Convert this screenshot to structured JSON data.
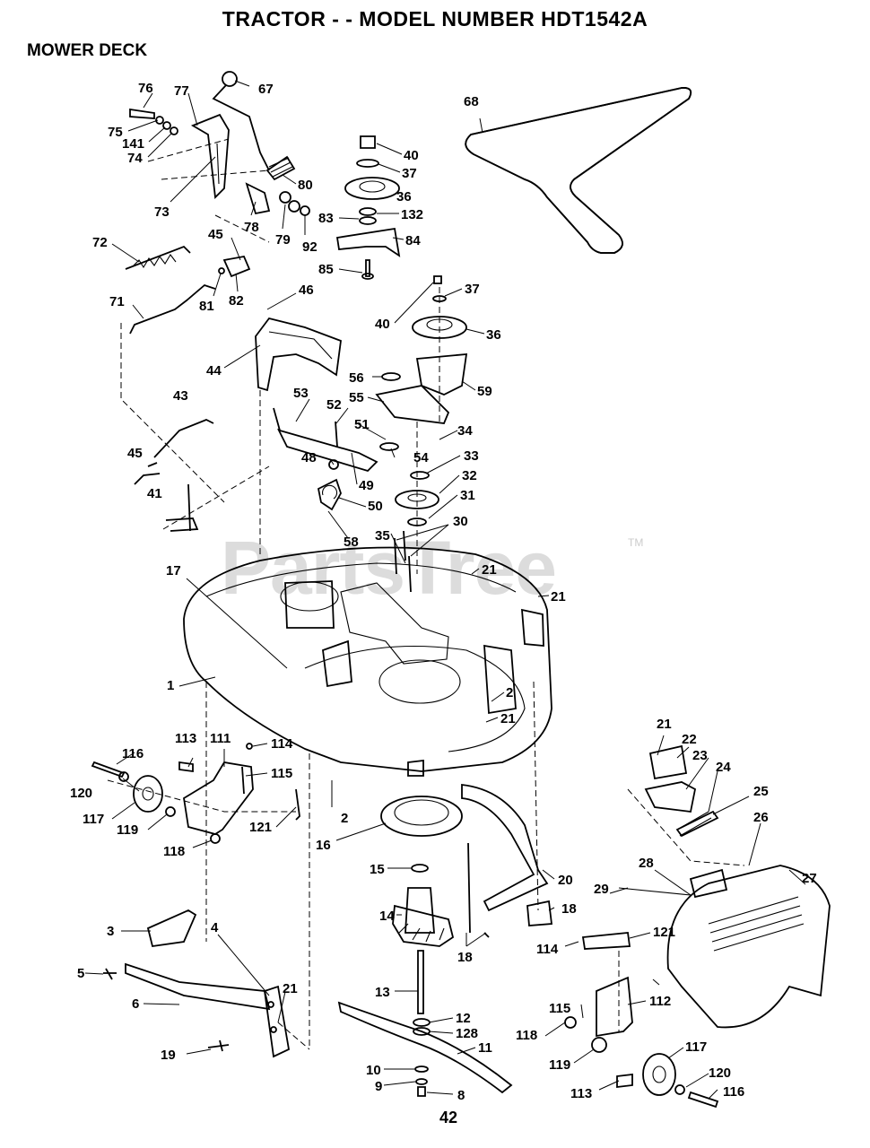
{
  "header": {
    "title": "TRACTOR - - MODEL NUMBER HDT1542A",
    "section": "MOWER DECK"
  },
  "watermark": {
    "text": "PartsTree",
    "tm": "TM"
  },
  "page_number": "42",
  "callouts": {
    "c1": "1",
    "c2a": "2",
    "c2b": "2",
    "c3": "3",
    "c4": "4",
    "c5": "5",
    "c6": "6",
    "c8": "8",
    "c9": "9",
    "c10": "10",
    "c11": "11",
    "c12": "12",
    "c13": "13",
    "c14": "14",
    "c15": "15",
    "c16": "16",
    "c17": "17",
    "c18a": "18",
    "c18b": "18",
    "c19": "19",
    "c20": "20",
    "c21a": "21",
    "c21b": "21",
    "c21c": "21",
    "c21d": "21",
    "c21e": "21",
    "c22": "22",
    "c23": "23",
    "c24": "24",
    "c25": "25",
    "c26": "26",
    "c27": "27",
    "c28": "28",
    "c29": "29",
    "c30": "30",
    "c31": "31",
    "c32": "32",
    "c33": "33",
    "c34": "34",
    "c35": "35",
    "c36a": "36",
    "c36b": "36",
    "c37a": "37",
    "c37b": "37",
    "c40a": "40",
    "c40b": "40",
    "c41": "41",
    "c43": "43",
    "c44": "44",
    "c45a": "45",
    "c45b": "45",
    "c46": "46",
    "c48": "48",
    "c49": "49",
    "c50": "50",
    "c51": "51",
    "c52": "52",
    "c53": "53",
    "c54": "54",
    "c55": "55",
    "c56": "56",
    "c58": "58",
    "c59": "59",
    "c67": "67",
    "c68": "68",
    "c71": "71",
    "c72": "72",
    "c73": "73",
    "c74": "74",
    "c75": "75",
    "c76": "76",
    "c77": "77",
    "c78": "78",
    "c79": "79",
    "c80": "80",
    "c81": "81",
    "c82": "82",
    "c83": "83",
    "c84": "84",
    "c85": "85",
    "c92": "92",
    "c111": "111",
    "c112": "112",
    "c113a": "113",
    "c113b": "113",
    "c114a": "114",
    "c114b": "114",
    "c115a": "115",
    "c115b": "115",
    "c116a": "116",
    "c116b": "116",
    "c117a": "117",
    "c117b": "117",
    "c118a": "118",
    "c118b": "118",
    "c119a": "119",
    "c119b": "119",
    "c120a": "120",
    "c120b": "120",
    "c121a": "121",
    "c121b": "121",
    "c128": "128",
    "c132": "132",
    "c141": "141"
  }
}
